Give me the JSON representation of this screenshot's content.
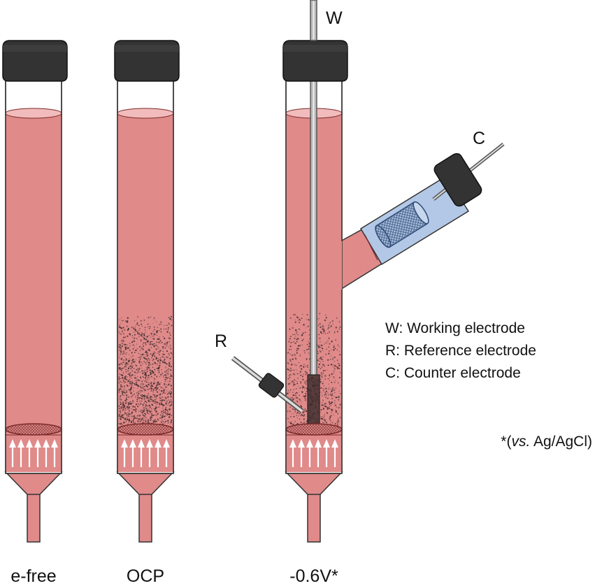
{
  "columns": [
    {
      "label": "e-free"
    },
    {
      "label": "OCP"
    },
    {
      "label": "-0.6V*"
    }
  ],
  "electrode_tags": {
    "working": "W",
    "counter": "C",
    "reference": "R"
  },
  "legend": [
    "W: Working electrode",
    "R: Reference electrode",
    "C: Counter electrode"
  ],
  "footnote": {
    "prefix": "*(",
    "italic": "vs.",
    "suffix": " Ag/AgCl)"
  },
  "colors": {
    "liquid": "#e08a8a",
    "liquid_dark": "#7a2a2a",
    "cap": "#333333",
    "glass": "#ffffff",
    "counter_chamber": "#b3c8e6",
    "particles": "#3a2a2a"
  }
}
